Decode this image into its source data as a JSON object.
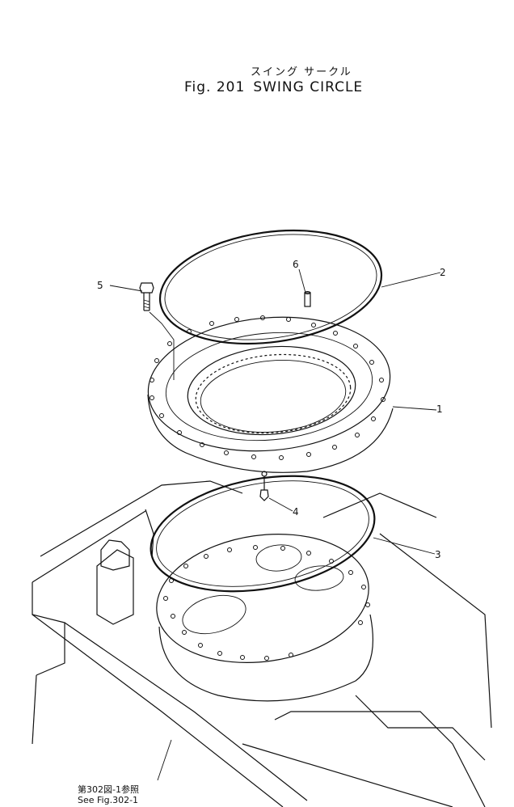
{
  "header": {
    "title_jp": "スイング サークル",
    "fig_label": "Fig. 201",
    "title": "SWING CIRCLE"
  },
  "callouts": [
    "1",
    "2",
    "3",
    "4",
    "5",
    "6"
  ],
  "footer": {
    "ref_jp": "第302図-1参照",
    "ref_en": "See Fig.302-1"
  }
}
